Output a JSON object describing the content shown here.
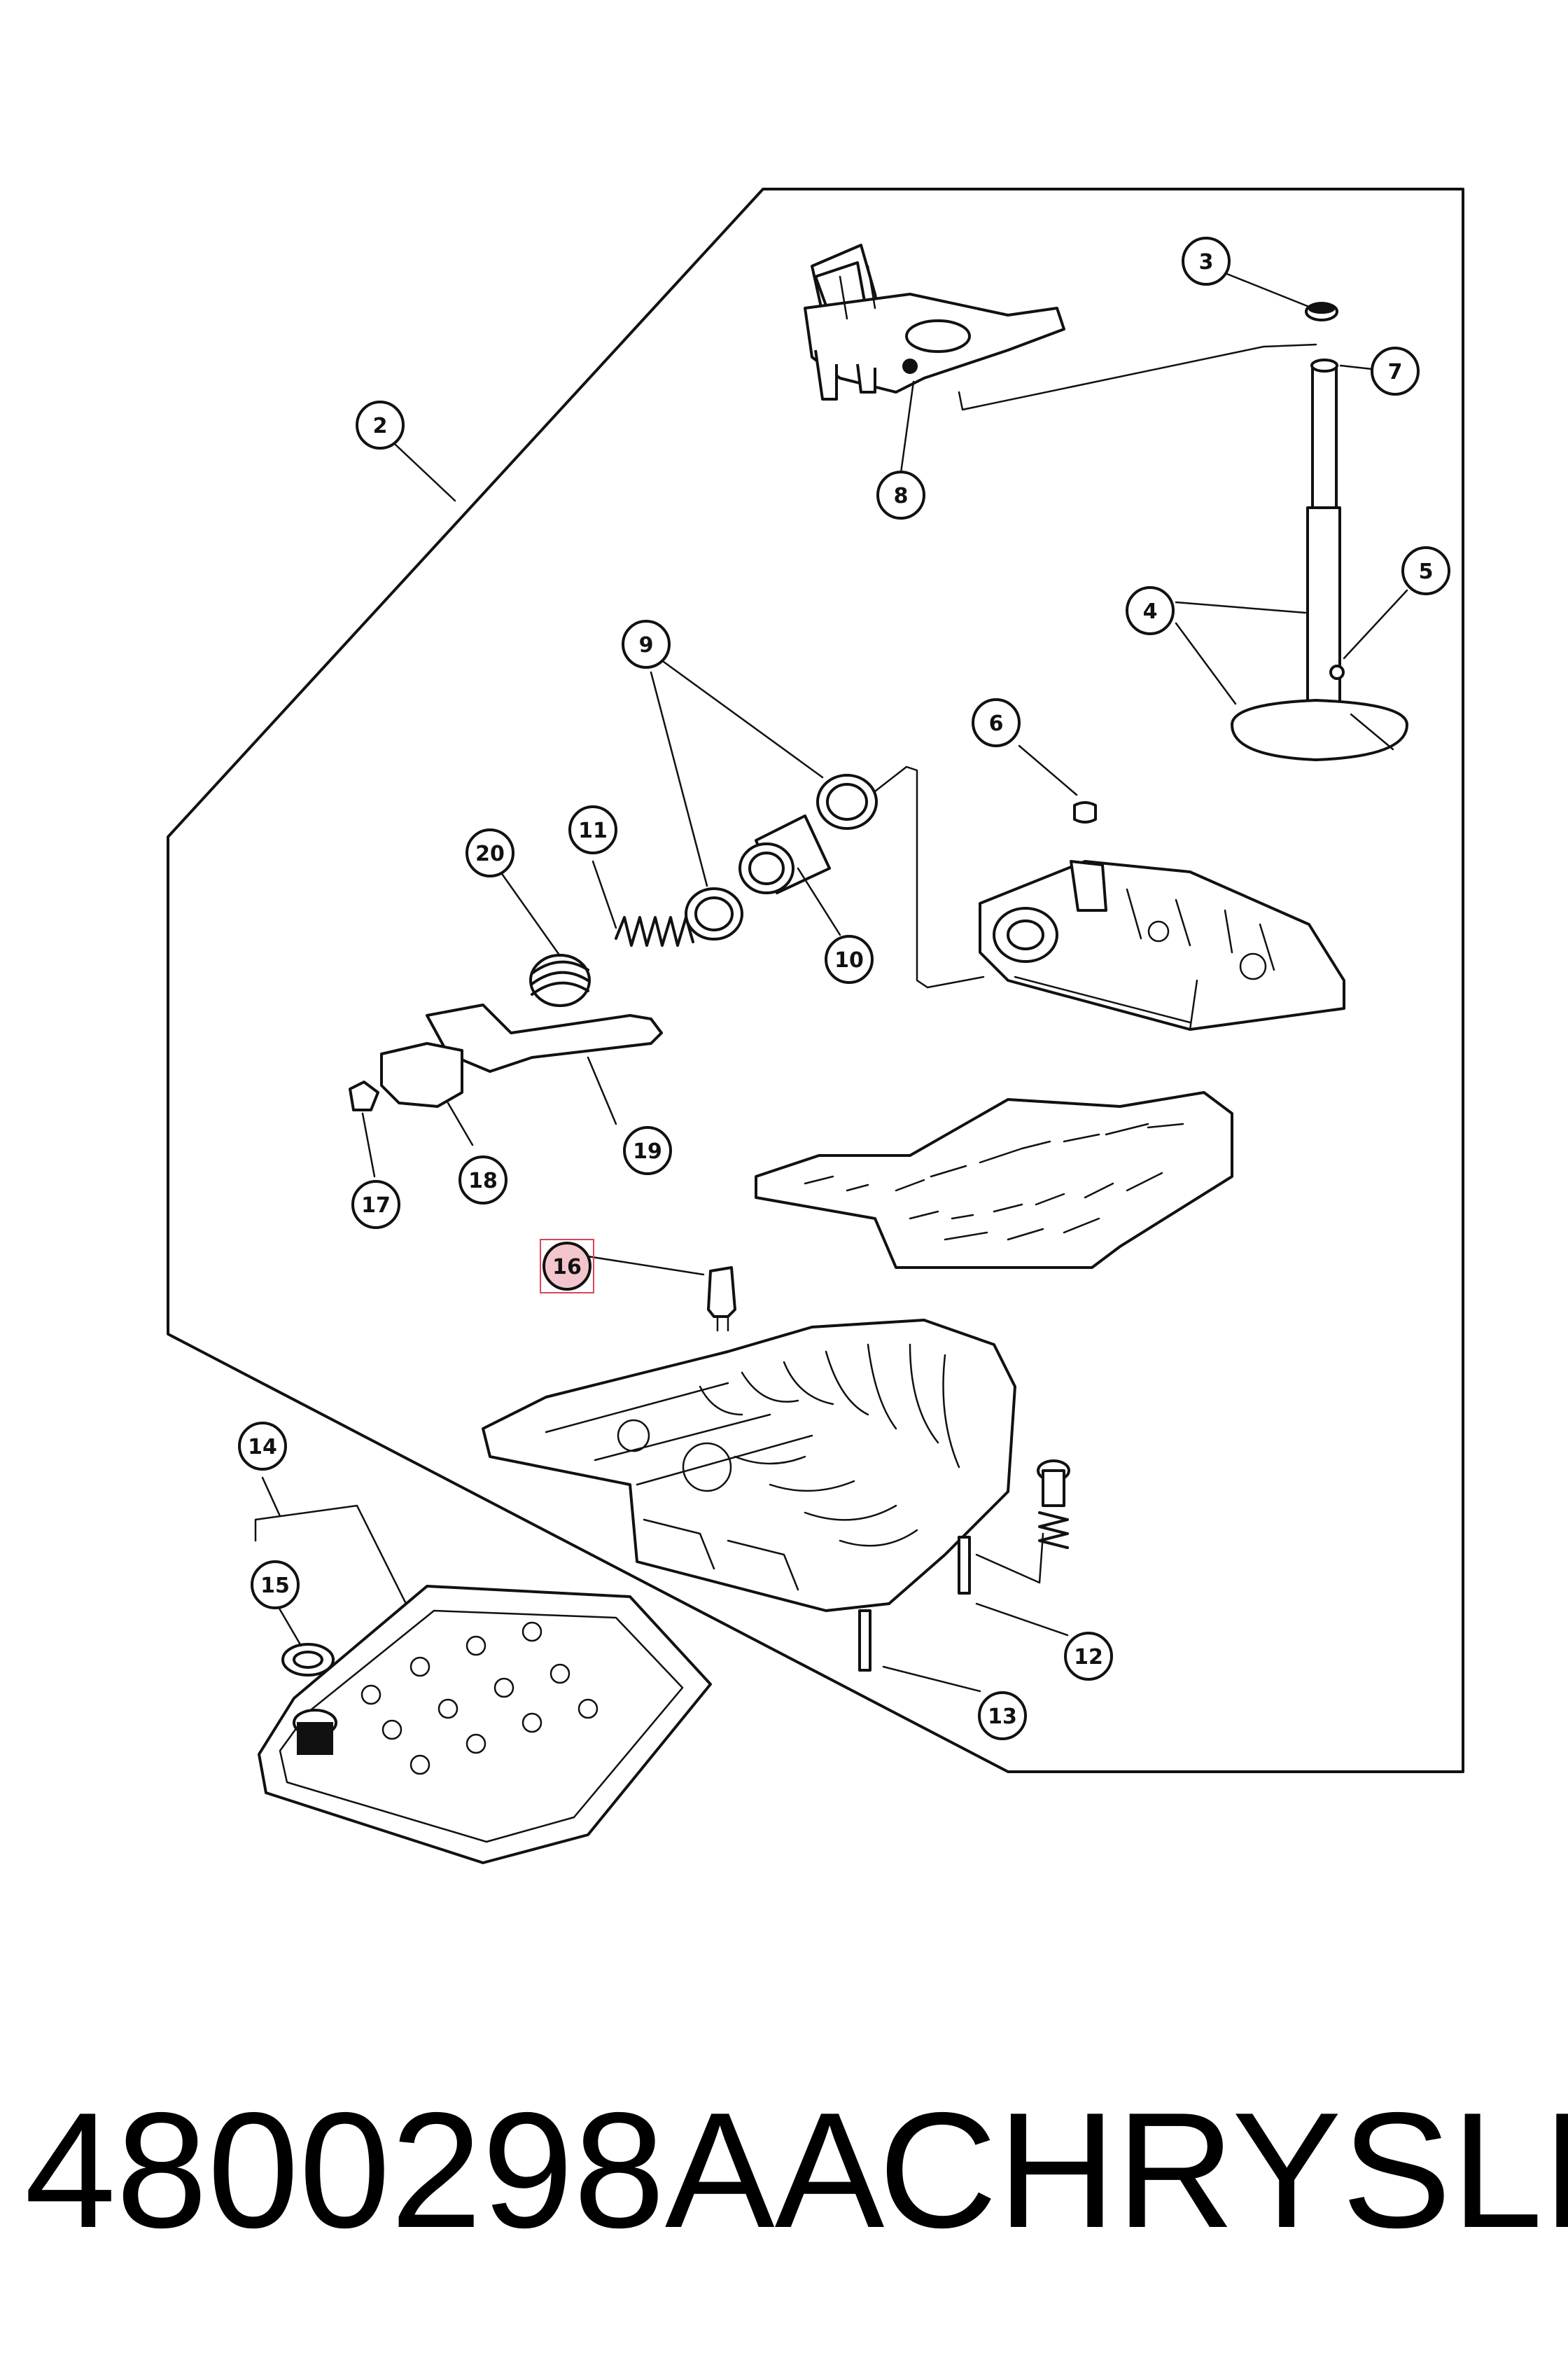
{
  "callouts": [
    {
      "id": "callout-2",
      "label": "2"
    },
    {
      "id": "callout-3",
      "label": "3"
    },
    {
      "id": "callout-4",
      "label": "4"
    },
    {
      "id": "callout-5",
      "label": "5"
    },
    {
      "id": "callout-6",
      "label": "6"
    },
    {
      "id": "callout-7",
      "label": "7"
    },
    {
      "id": "callout-8",
      "label": "8"
    },
    {
      "id": "callout-9",
      "label": "9"
    },
    {
      "id": "callout-10",
      "label": "10"
    },
    {
      "id": "callout-11",
      "label": "11"
    },
    {
      "id": "callout-12",
      "label": "12"
    },
    {
      "id": "callout-13",
      "label": "13"
    },
    {
      "id": "callout-14",
      "label": "14"
    },
    {
      "id": "callout-15",
      "label": "15"
    },
    {
      "id": "callout-16",
      "label": "16",
      "highlighted": true
    },
    {
      "id": "callout-17",
      "label": "17"
    },
    {
      "id": "callout-18",
      "label": "18"
    },
    {
      "id": "callout-19",
      "label": "19"
    },
    {
      "id": "callout-20",
      "label": "20"
    }
  ],
  "caption": {
    "part_number": "4800298AA",
    "brand": "CHRYSLER"
  },
  "colors": {
    "line": "#111111",
    "background": "#ffffff",
    "highlight_fill": "#f2c6cc",
    "highlight_stroke": "#d9465a"
  }
}
